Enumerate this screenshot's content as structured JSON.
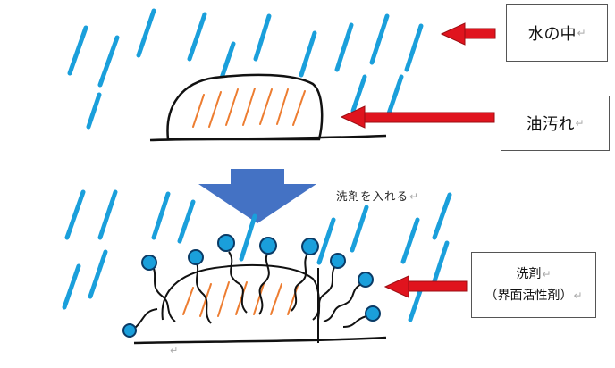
{
  "labels": {
    "water": "水の中",
    "oil": "油汚れ",
    "add_detergent": "洗剤を入れる",
    "detergent_line1": "洗剤",
    "detergent_line2": "（界面活性剤）"
  },
  "paragraph_mark": "↵",
  "colors": {
    "water_stroke": "#1a9fdb",
    "oil_hatch": "#ed7d31",
    "arrow_red": "#e0141e",
    "arrow_blue": "#4472c4",
    "ink": "#111111"
  },
  "icons": {
    "pointer": "red-left-arrow-icon",
    "transition": "blue-down-arrow-icon",
    "surfactant": "surfactant-molecule-icon"
  }
}
